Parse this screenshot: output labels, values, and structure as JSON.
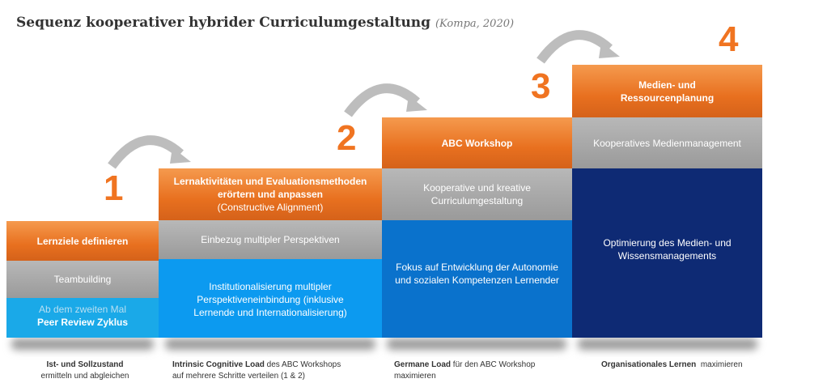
{
  "title": "Sequenz kooperativer hybrider Curriculumgestaltung",
  "citation": "(Kompa, 2020)",
  "steps": [
    {
      "number": "1",
      "header": "Lernziele definieren",
      "middle": "Teambuilding",
      "bottom_line1": "Ab dem zweiten Mal",
      "bottom_line2": "Peer Review Zyklus",
      "caption_bold": "Ist- und Sollzustand",
      "caption_rest": "ermitteln und abgleichen"
    },
    {
      "number": "2",
      "header": "Lernaktivitäten und Evaluationsmethoden erörtern und  anpassen",
      "header_sub": "(Constructive Alignment)",
      "middle": "Einbezug multipler Perspektiven",
      "bottom": "Institutionalisierung multipler Perspektiveneinbindung (inklusive Lernende und Internationalisierung)",
      "caption_bold": "Intrinsic Cognitive Load",
      "caption_rest": " des ABC Workshops auf mehrere Schritte verteilen (1 & 2)"
    },
    {
      "number": "3",
      "header": "ABC Workshop",
      "middle": "Kooperative und kreative Curriculumgestaltung",
      "bottom": "Fokus auf Entwicklung der Autonomie und sozialen Kompetenzen Lernender",
      "caption_bold": "Germane Load",
      "caption_rest": " für den ABC Workshop maximieren"
    },
    {
      "number": "4",
      "header": "Medien- und Ressourcenplanung",
      "middle": "Kooperatives Medienmanagement",
      "bottom": "Optimierung des Medien- und Wissensmanagements",
      "caption_bold": "Organisationales Lernen",
      "caption_rest": "  maximieren"
    }
  ],
  "colors": {
    "orange": "#e8701f",
    "gray": "#a6a6a6",
    "blue1": "#1aa9e8",
    "blue2": "#0c96ee",
    "blue3": "#0a6fc9",
    "navy": "#0e2a74"
  }
}
